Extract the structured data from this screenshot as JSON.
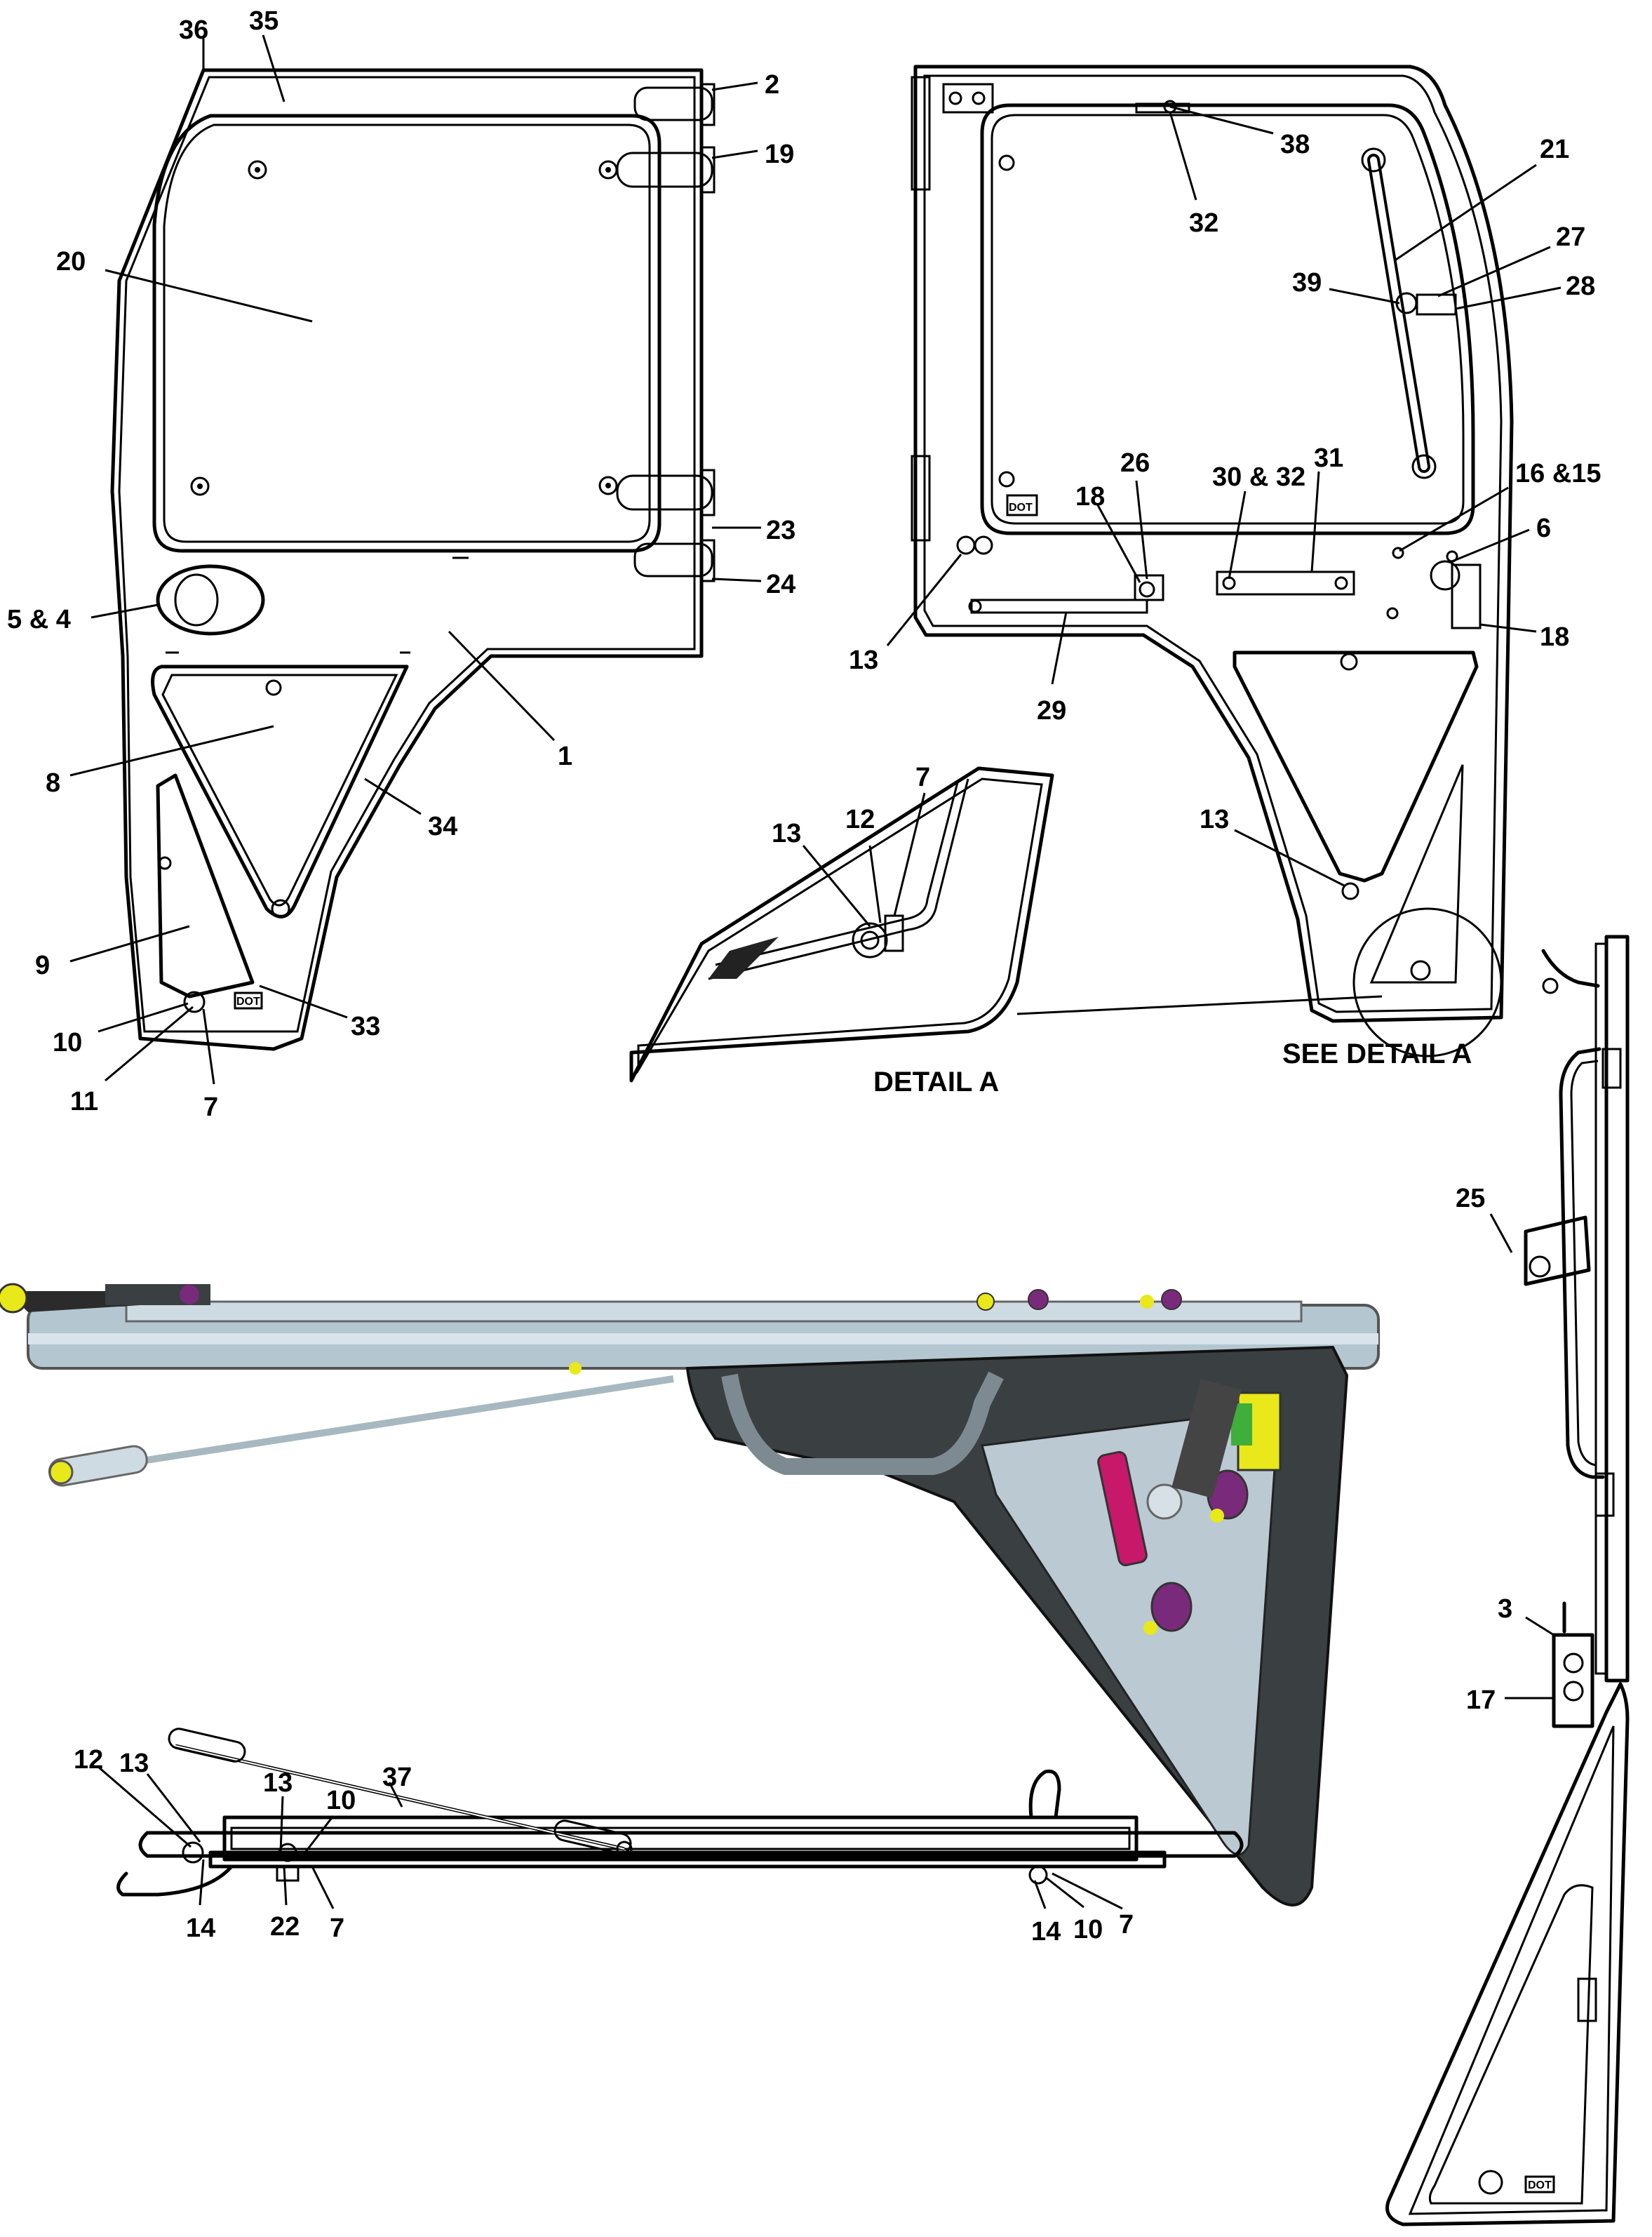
{
  "callouts": {
    "c36": "36",
    "c35": "35",
    "c2": "2",
    "c19": "19",
    "c20": "20",
    "c23": "23",
    "c24": "24",
    "c5_4": "5 & 4",
    "c1": "1",
    "c8": "8",
    "c34": "34",
    "c9": "9",
    "c10": "10",
    "c33": "33",
    "c11": "11",
    "c7a": "7",
    "c38": "38",
    "c32a": "32",
    "c21": "21",
    "c27": "27",
    "c39": "39",
    "c28": "28",
    "c26": "26",
    "c30_32": "30 & 32",
    "c31": "31",
    "c16_15": "16 &15",
    "c18a": "18",
    "c6": "6",
    "c18b": "18",
    "c13a": "13",
    "c29": "29",
    "c13b": "13",
    "c7b": "7",
    "c13c": "13",
    "c12a": "12",
    "c25": "25",
    "c3": "3",
    "c17": "17",
    "c12b": "12",
    "c13d": "13",
    "c13e": "13",
    "c10b": "10",
    "c37": "37",
    "c14a": "14",
    "c22": "22",
    "c7c": "7",
    "c14b": "14",
    "c10c": "10",
    "c7d": "7"
  },
  "captions": {
    "detail_a": "DETAIL  A",
    "see_detail_a": "SEE DETAIL  A"
  },
  "badges": {
    "dot": "DOT"
  },
  "colors": {
    "glass": "#b4c6d0",
    "frame_dark": "#3a3f42",
    "accent_yellow": "#e8e81a",
    "accent_purple": "#7a2a7a",
    "accent_magenta": "#c8186a",
    "accent_green": "#3fae3a"
  }
}
